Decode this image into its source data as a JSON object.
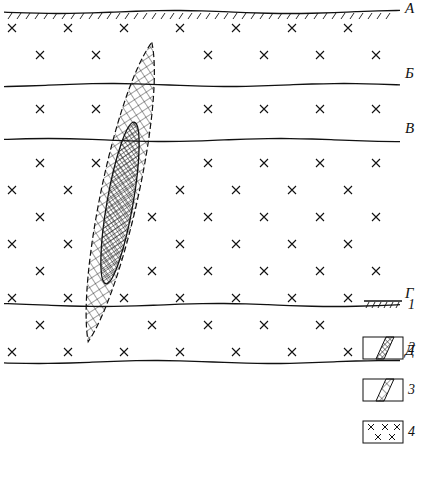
{
  "diagram": {
    "labels": [
      "А",
      "Б",
      "В",
      "Г",
      "Д"
    ],
    "legend": [
      {
        "text": "1"
      },
      {
        "text": "2"
      },
      {
        "text": "3"
      },
      {
        "text": "4"
      }
    ]
  }
}
